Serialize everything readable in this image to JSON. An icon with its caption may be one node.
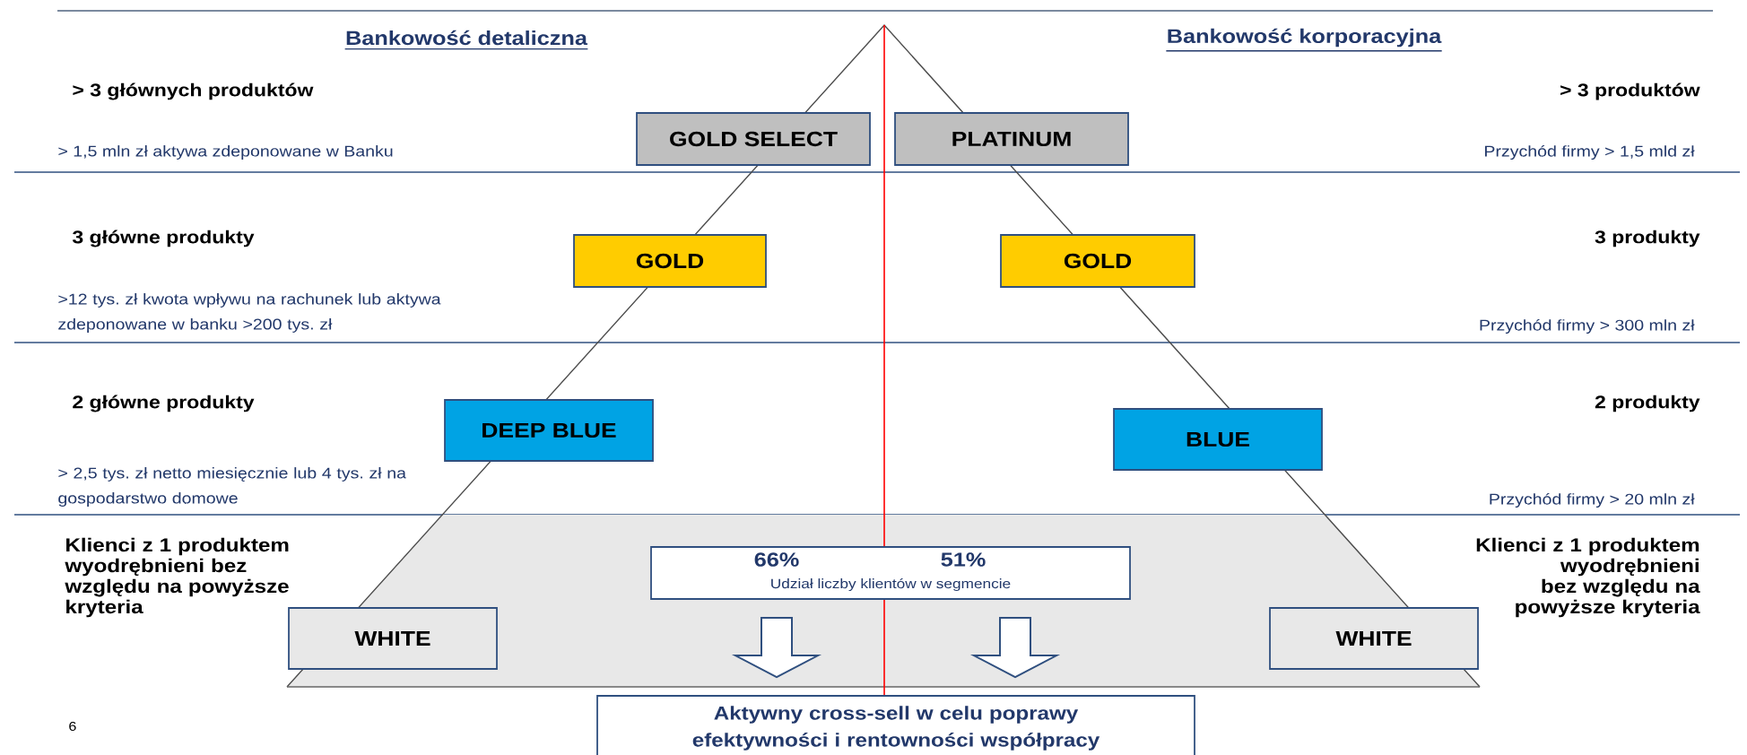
{
  "diagram": {
    "nodes": [
      {
        "text": [
          "GOLD SELECT"
        ]
      },
      {
        "text": [
          "PLATINUM"
        ]
      },
      {
        "text": [
          "GOLD"
        ]
      },
      {
        "text": [
          "GOLD"
        ]
      },
      {
        "text": [
          "DEEP BLUE"
        ]
      },
      {
        "text": [
          "BLUE"
        ]
      },
      {
        "text": [
          "WHITE"
        ]
      },
      {
        "text": [
          "WHITE"
        ]
      },
      {
        "text": [
          "66%",
          "51%",
          "Udział liczby klientów w segmencie"
        ]
      },
      {
        "text": [
          "Aktywny cross-sell  w celu poprawy efektywności i rentowności współpracy"
        ]
      }
    ],
    "edges": [
      {
        "from": 8,
        "to": 9,
        "arrow": "to"
      },
      {
        "from": 8,
        "to": 9,
        "arrow": "to"
      }
    ],
    "labels": [
      "Bankowość detaliczna",
      "Bankowość korporacyjna",
      "> 3 głównych produktów",
      "> 3 produktów",
      "> 1,5 mln zł aktywa zdeponowane w Banku",
      "Przychód firmy > 1,5  mld zł",
      "3 główne produkty",
      "3 produkty",
      ">12 tys. zł kwota wpływu na rachunek lub aktywa zdeponowane w banku >200 tys. zł",
      "Przychód firmy > 300 mln zł",
      "2 główne produkty",
      "2 produkty",
      "> 2,5 tys. zł netto miesięcznie lub 4 tys. zł na gospodarstwo domowe",
      "Przychód firmy > 20 mln zł",
      "Klienci z 1 produktem wyodrębnieni bez względu na powyższe kryteria",
      "Klienci z 1 produktem wyodrębnieni bez względu na powyższe kryteria",
      "6"
    ]
  }
}
